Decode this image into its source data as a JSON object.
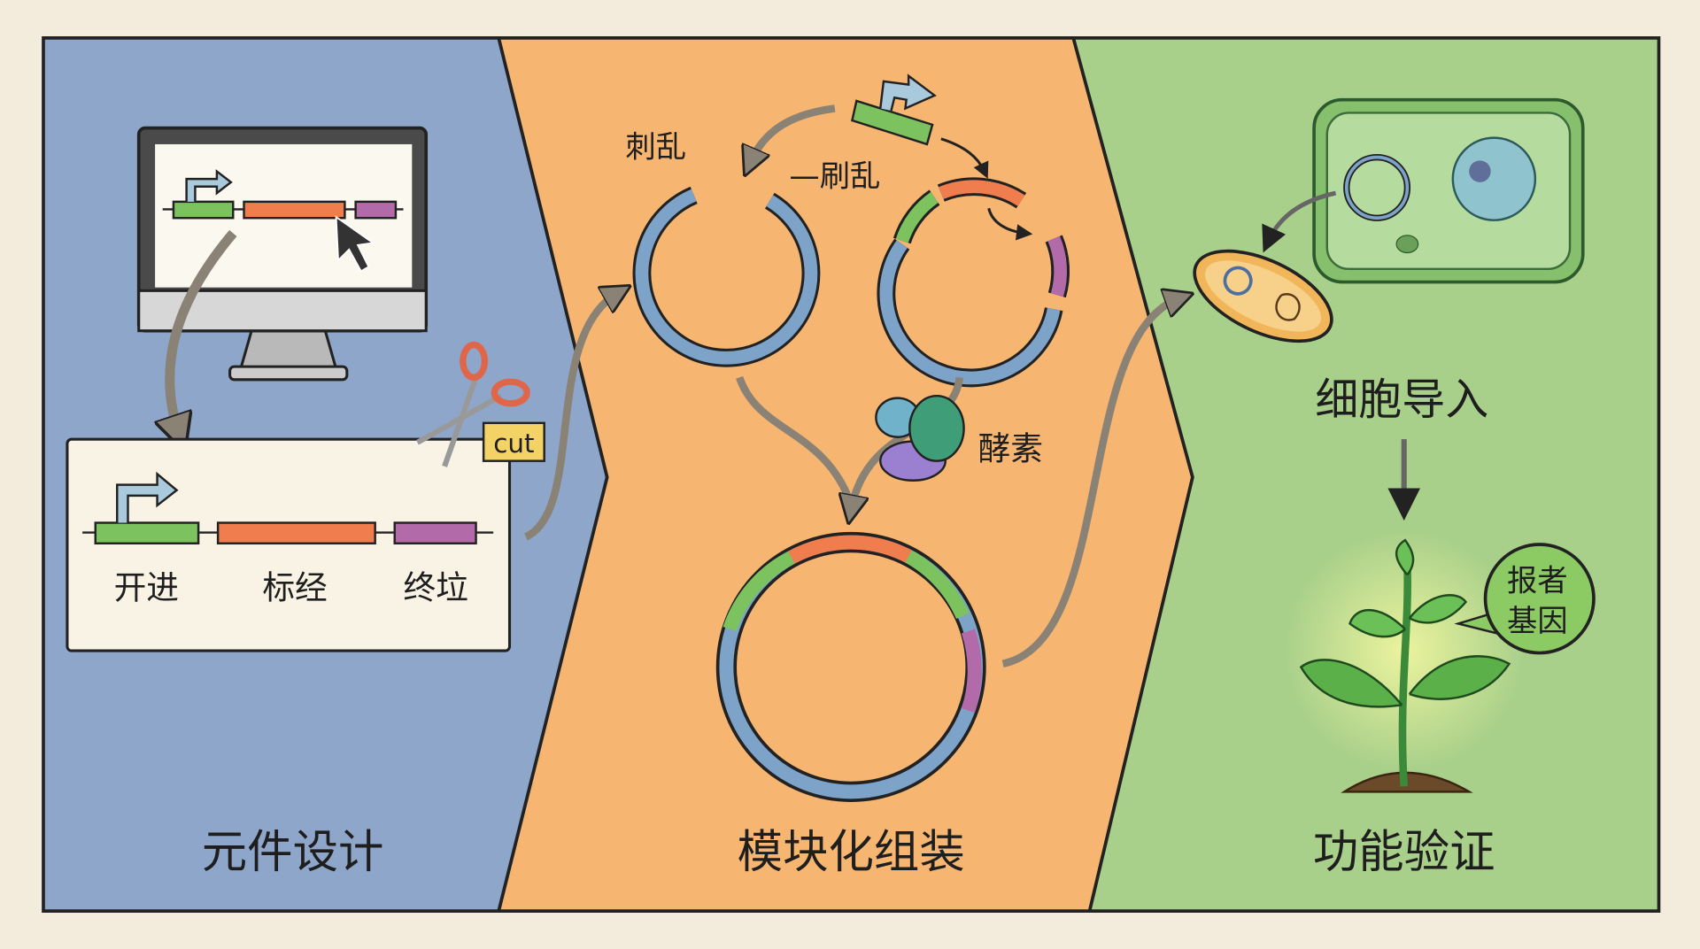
{
  "panels": {
    "design": {
      "title": "元件设计",
      "labels": [
        "开进",
        "标经",
        "终垃"
      ],
      "cut_label": "cut"
    },
    "assembly": {
      "title": "模块化组装",
      "label_left_cut": "刺乱",
      "label_right_cut": "—刷乱",
      "enzyme_label": "酵素"
    },
    "validation": {
      "title": "功能验证",
      "import_label": "细胞导入",
      "bubble_line1": "报者",
      "bubble_line2": "基因"
    }
  },
  "colors": {
    "blue_panel": "#8ea6c9",
    "orange_panel": "#f6b672",
    "green_panel": "#a9d08a",
    "promoter": "#7cc25f",
    "gene": "#f07d4e",
    "terminator": "#b26aa8",
    "backbone": "#7ea3c8"
  }
}
